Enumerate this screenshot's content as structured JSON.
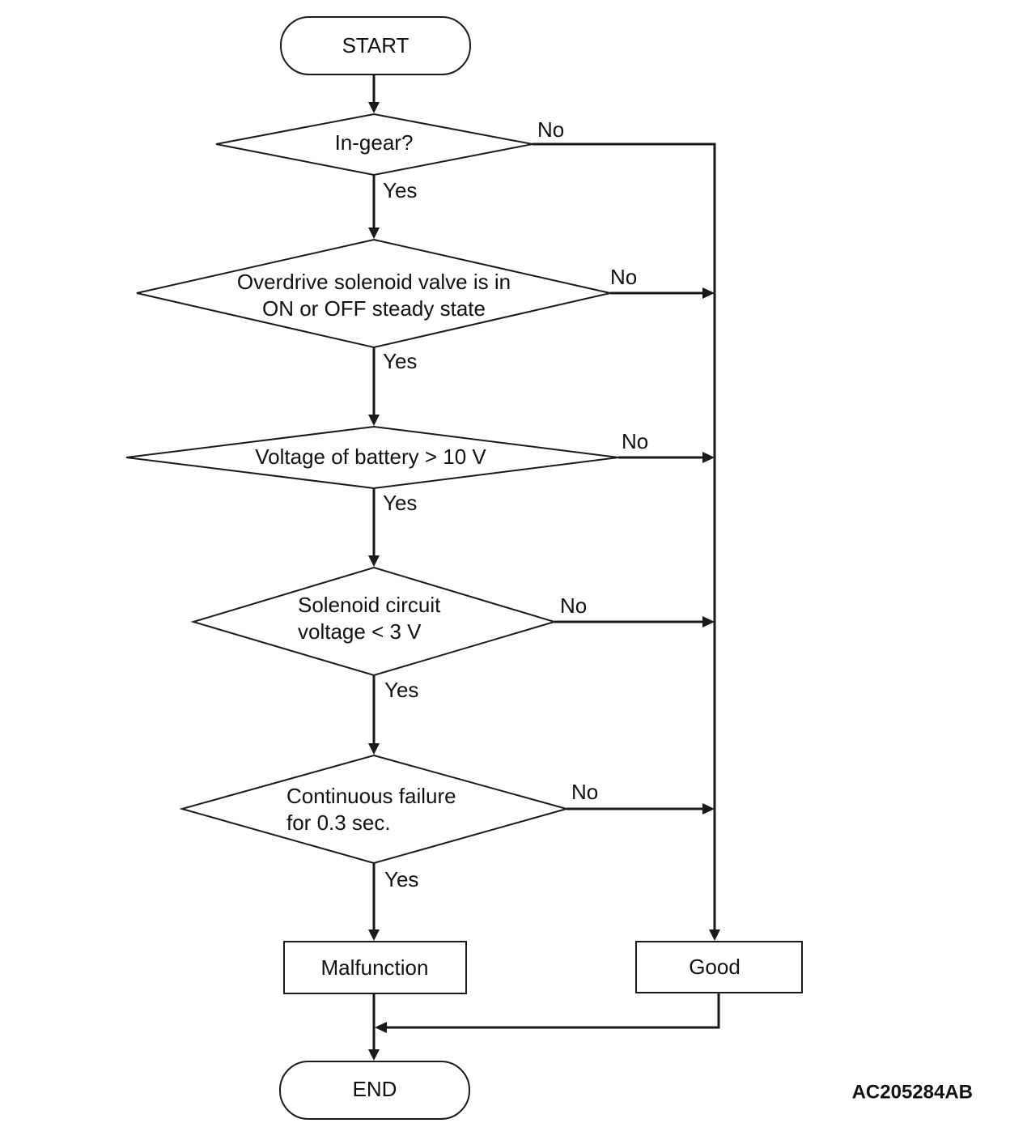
{
  "flowchart": {
    "start_label": "START",
    "end_label": "END",
    "decisions": [
      {
        "lines": [
          "In-gear?"
        ],
        "yes": "Yes",
        "no": "No"
      },
      {
        "lines": [
          "Overdrive solenoid valve is in",
          "ON or OFF steady state"
        ],
        "yes": "Yes",
        "no": "No"
      },
      {
        "lines": [
          "Voltage of battery > 10 V"
        ],
        "yes": "Yes",
        "no": "No"
      },
      {
        "lines": [
          "Solenoid circuit",
          "voltage < 3 V"
        ],
        "yes": "Yes",
        "no": "No"
      },
      {
        "lines": [
          "Continuous failure",
          "for 0.3 sec."
        ],
        "yes": "Yes",
        "no": "No"
      }
    ],
    "malfunction_label": "Malfunction",
    "good_label": "Good"
  },
  "figure_code": "AC205284AB"
}
